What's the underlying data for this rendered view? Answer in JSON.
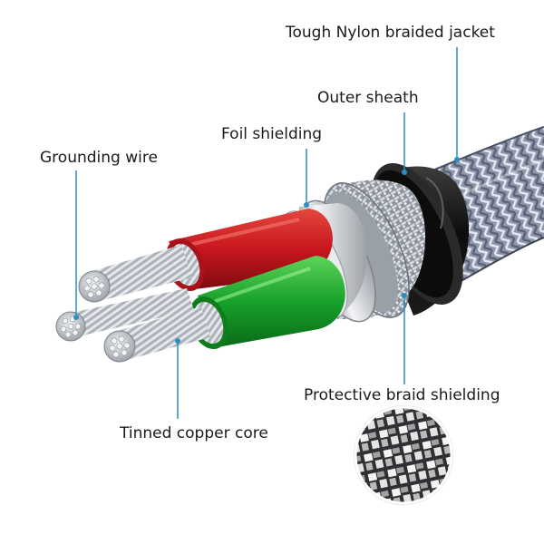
{
  "labels": {
    "jacket": "Tough Nylon braided jacket",
    "sheath": "Outer sheath",
    "foil": "Foil shielding",
    "ground": "Grounding wire",
    "braid": "Protective braid shielding",
    "core": "Tinned copper core"
  },
  "colors": {
    "leader_line": "#2b8fc4",
    "red_insulation": "#c8161e",
    "green_insulation": "#17a12a",
    "outer_sheath": "#111111",
    "foil": "#d6d8da",
    "braid": "#a9aeb6",
    "jacket": "#8f97ac",
    "copper_strands": "#c9cdd3"
  }
}
